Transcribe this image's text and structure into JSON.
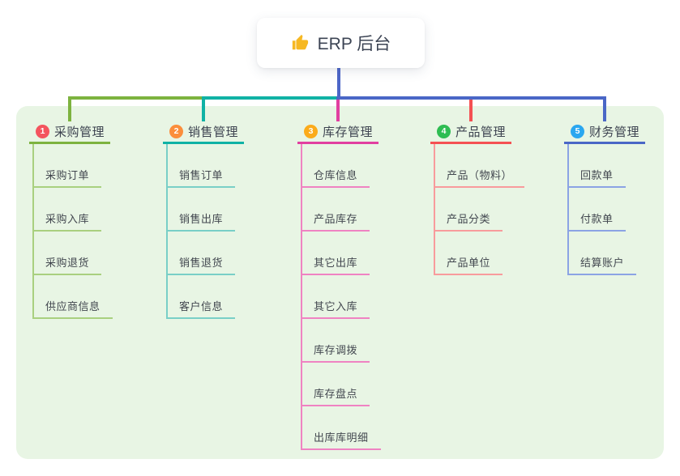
{
  "root": {
    "title": "ERP 后台",
    "icon": "thumbs-up"
  },
  "colors": {
    "panel_bg": "#e8f5e4",
    "trunk": "#4d66c8",
    "root_text": "#3c4454",
    "icon_gold": "#f6b823"
  },
  "branches": [
    {
      "number": "1",
      "title": "采购管理",
      "badge_color": "#f4545e",
      "line_color": "#7db33f",
      "child_line_color": "#a9d07f",
      "children": [
        "采购订单",
        "采购入库",
        "采购退货",
        "供应商信息"
      ]
    },
    {
      "number": "2",
      "title": "销售管理",
      "badge_color": "#fb8e3c",
      "line_color": "#10b2a5",
      "child_line_color": "#79cfc7",
      "children": [
        "销售订单",
        "销售出库",
        "销售退货",
        "客户信息"
      ]
    },
    {
      "number": "3",
      "title": "库存管理",
      "badge_color": "#fbab1a",
      "line_color": "#e13fa0",
      "child_line_color": "#ef83c2",
      "children": [
        "仓库信息",
        "产品库存",
        "其它出库",
        "其它入库",
        "库存调拨",
        "库存盘点",
        "出库库明细"
      ]
    },
    {
      "number": "4",
      "title": "产品管理",
      "badge_color": "#2ebd52",
      "line_color": "#f45153",
      "child_line_color": "#f89b9c",
      "children": [
        "产品（物料）",
        "产品分类",
        "产品单位"
      ]
    },
    {
      "number": "5",
      "title": "财务管理",
      "badge_color": "#2aa7f0",
      "line_color": "#4a67c6",
      "child_line_color": "#8ba3e4",
      "children": [
        "回款单",
        "付款单",
        "结算账户"
      ]
    }
  ]
}
